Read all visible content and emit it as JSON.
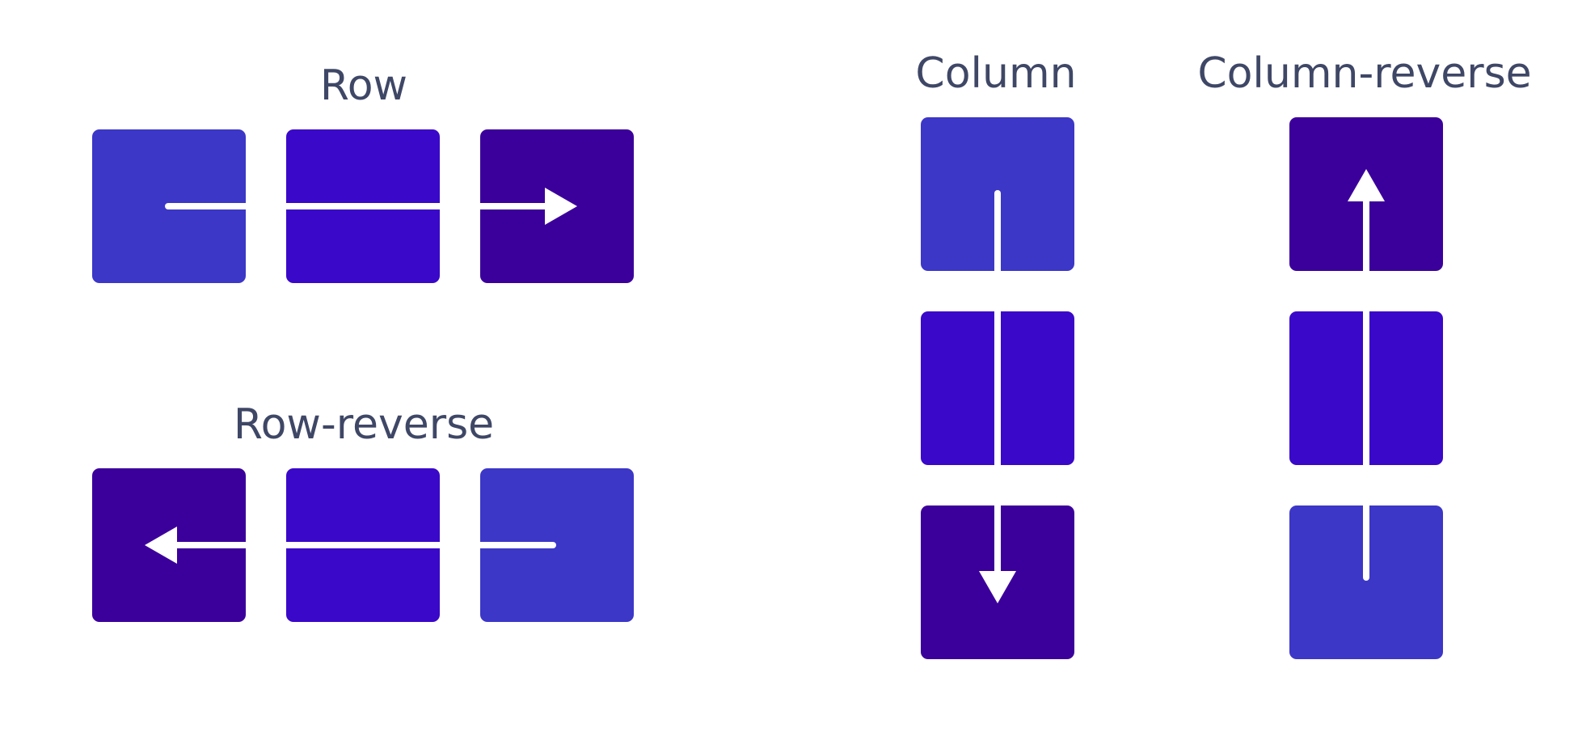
{
  "colors": {
    "background": "#ffffff",
    "label": "#3f4766",
    "box_light": "#3c37c7",
    "box_mid": "#3a08c9",
    "box_dark": "#3b009b",
    "arrow": "#ffffff"
  },
  "row": {
    "label": "Row",
    "boxes": [
      "box_light",
      "box_mid",
      "box_dark"
    ],
    "arrow_direction": "right"
  },
  "row_reverse": {
    "label": "Row-reverse",
    "boxes": [
      "box_dark",
      "box_mid",
      "box_light"
    ],
    "arrow_direction": "left"
  },
  "column": {
    "label": "Column",
    "boxes": [
      "box_light",
      "box_mid",
      "box_dark"
    ],
    "arrow_direction": "down"
  },
  "column_reverse": {
    "label": "Column-reverse",
    "boxes": [
      "box_dark",
      "box_mid",
      "box_light"
    ],
    "arrow_direction": "up"
  }
}
